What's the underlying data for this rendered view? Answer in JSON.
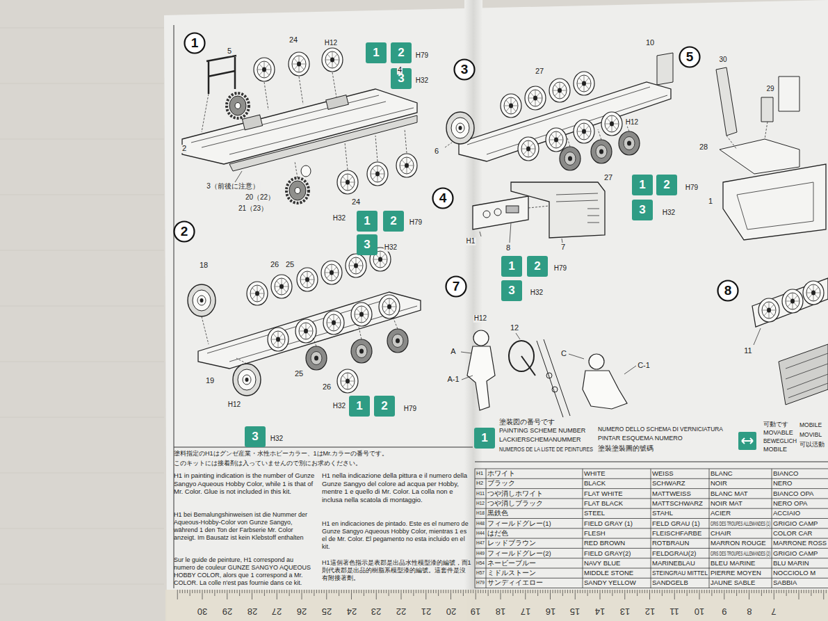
{
  "diagram": {
    "nodes": [
      {
        "text": [
          "1"
        ]
      },
      {
        "text": [
          "1"
        ]
      },
      {
        "text": [
          "2"
        ]
      },
      {
        "text": [
          "3"
        ]
      },
      {
        "text": [
          "1"
        ]
      },
      {
        "text": [
          "2"
        ]
      },
      {
        "text": [
          "3"
        ]
      },
      {
        "text": [
          "2"
        ]
      },
      {
        "text": [
          "1"
        ]
      },
      {
        "text": [
          "2"
        ]
      },
      {
        "text": [
          "3"
        ]
      },
      {
        "text": [
          "3"
        ]
      },
      {
        "text": [
          "1"
        ]
      },
      {
        "text": [
          "2"
        ]
      },
      {
        "text": [
          "3"
        ]
      },
      {
        "text": [
          "4"
        ]
      },
      {
        "text": [
          "1"
        ]
      },
      {
        "text": [
          "2"
        ]
      },
      {
        "text": [
          "3"
        ]
      },
      {
        "text": [
          "5"
        ]
      },
      {
        "text": [
          "7"
        ]
      },
      {
        "text": [
          "8"
        ]
      },
      {
        "text": [
          "1"
        ]
      }
    ],
    "labels": [
      "5",
      "24",
      "H12",
      "4",
      "H79",
      "H32",
      "2",
      "3（前後に注意）",
      "20（22）",
      "21（23）",
      "24",
      "H32",
      "H79",
      "H32",
      "18",
      "26",
      "25",
      "19",
      "25",
      "26",
      "H12",
      "H32",
      "H79",
      "H32",
      "27",
      "10",
      "6",
      "H12",
      "27",
      "H79",
      "H32",
      "H1",
      "8",
      "7",
      "H79",
      "H32",
      "30",
      "29",
      "28",
      "1",
      "H12",
      "12",
      "A",
      "A-1",
      "C",
      "C-1",
      "11",
      "塗装図の番号です",
      "PAINTING SCHEME NUMBER",
      "LACKIERSCHEMANUMMER",
      "NUMEROS DE LA LISTE DE PEINTURES",
      "NUMERO DELLO SCHEMA DI VERNICIATURA",
      "PINTAR ESQUEMA NUMERO",
      "塗裝塗裝圖的號碼",
      "可動です",
      "MOVABLE",
      "BEWEGLICH",
      "MOBILE",
      "MOBILE",
      "MOVIBL",
      "可以活動",
      "塗料指定のH1はグンゼ産業・水性ホビーカラー、1はMr.カラーの番号です。",
      "このキットには接着剤は入っていませんので別にお求めください。",
      "H1 in painting indication is the number of Gunze Sangyo Aqueous Hobby Color, while 1 is that of Mr. Color. Glue is not included in this kit.",
      "H1 bei Bemalungshinweisen ist die Nummer der Aqueous-Hobby-Color von Gunze Sangyo, während 1 den Ton der Farbserie Mr. Color anzeigt. Im Bausatz ist kein Klebstoff enthalten",
      "Sur le guide de peinture, H1 correspond au numero de couleur GUNZE SANGYO AQUEOUS HOBBY COLOR, alors que 1 correspond a Mr. COLOR. La colle n'est pas fournie dans ce kit.",
      "H1 nella indicazione della pittura e il numero della Gunze Sangyo del colore ad acqua per Hobby, mentre 1 e quello di Mr. Color. La colla non e inclusa nella scatola di montaggio.",
      "H1 en indicaciones de pintado. Este es el numero de Gunze Sangyo Aqueous Hobby Color, mientras 1 es el de Mr. Color. El pegamento no esta incluido en el kit.",
      "H1這個著色指示是表郡是出品水性模型漆的編號，而1則代表郡是出品的樹脂系模型漆的編號。這套件是沒有附接著劑。",
      "H1",
      "ホワイト",
      "WHITE",
      "WEISS",
      "BLANC",
      "BIANCO",
      "H2",
      "ブラック",
      "BLACK",
      "SCHWARZ",
      "NOIR",
      "NERO",
      "H11",
      "つや消しホワイト",
      "FLAT WHITE",
      "MATTWEISS",
      "BLANC MAT",
      "BIANCO OPA",
      "H12",
      "つや消しブラック",
      "FLAT BLACK",
      "MATTSCHWARZ",
      "NOIR MAT",
      "NERO OPA",
      "H18",
      "黒鉄色",
      "STEEL",
      "STAHL",
      "ACIER",
      "ACCIAIO",
      "H48",
      "フィールドグレー(1)",
      "FIELD GRAY (1)",
      "FELD GRAU (1)",
      "GRIS DES TROUPES ALLEMANDES (1)",
      "GRIGIO CAMP",
      "H44",
      "はだ色",
      "FLESH",
      "FLEISCHFARBE",
      "CHAIR",
      "COLOR CAR",
      "H47",
      "レッドブラウン",
      "RED BROWN",
      "ROTBRAUN",
      "MARRON ROUGE",
      "MARRONE ROSS",
      "H49",
      "フィールドグレー(2)",
      "FIELD GRAY(2)",
      "FELDGRAU(2)",
      "GRIS DES TROUPES ALLEMANDES (2)",
      "GRIGIO CAMP",
      "H54",
      "ネービーブルー",
      "NAVY BLUE",
      "MARINEBLAU",
      "BLEU MARINE",
      "BLU MARIN",
      "H57",
      "ミドルストーン",
      "MIDDLE STONE",
      "STEINGRAU MITTEL",
      "PIERRE MOYEN",
      "NOCCIOLO M",
      "H79",
      "サンディイエロー",
      "SANDY YELLOW",
      "SANDGELB",
      "JAUNE SABLE",
      "SABBIA",
      "30",
      "29",
      "28",
      "27",
      "26",
      "25",
      "24",
      "23",
      "22",
      "21",
      "20",
      "19",
      "18",
      "17",
      "16",
      "15",
      "14",
      "13",
      "12",
      "11",
      "10",
      "9",
      "8",
      "7"
    ]
  }
}
